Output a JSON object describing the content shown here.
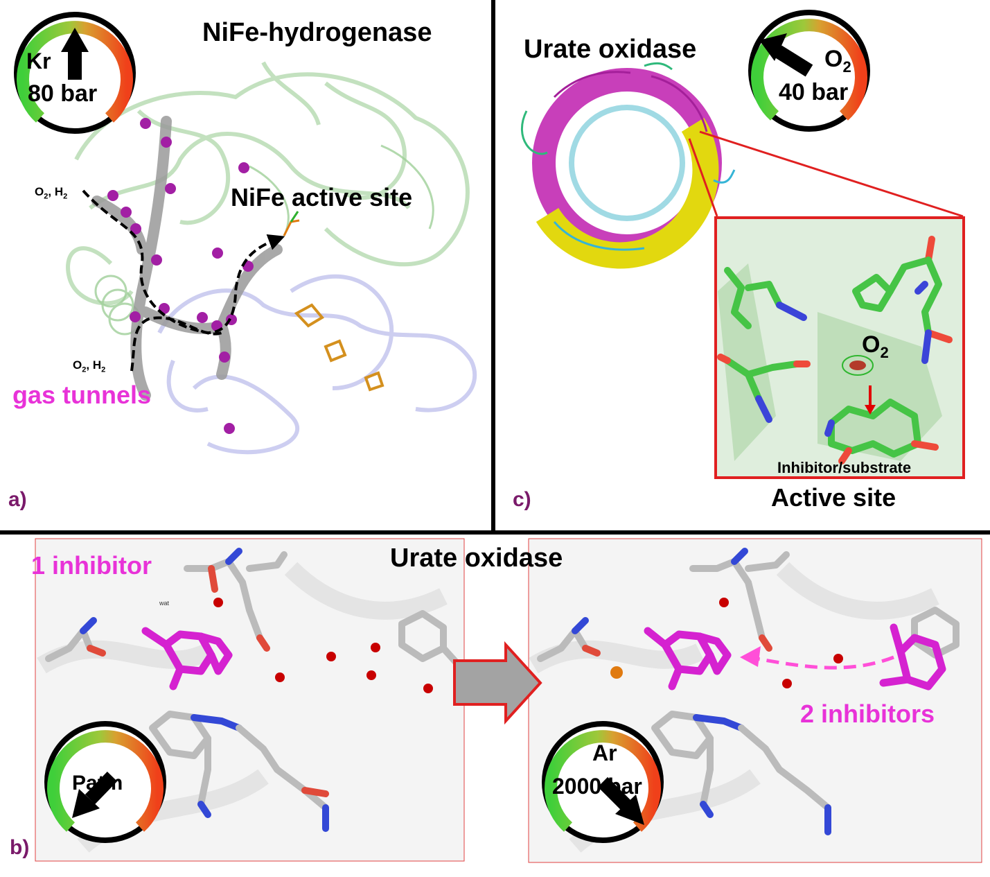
{
  "panel_a": {
    "label": "a)",
    "title": "NiFe-hydrogenase",
    "active_site_label": "NiFe active site",
    "tunnel_label": "gas tunnels",
    "gas_label_top": "O",
    "gas_label_top_rest": ", H",
    "gas_label_bottom": "O",
    "gas_label_bottom_rest": ", H",
    "subscript": "2",
    "gauge": {
      "gas": "Kr",
      "pressure": "80 bar",
      "needle": "up"
    }
  },
  "panel_c": {
    "label": "c)",
    "title": "Urate oxidase",
    "gauge": {
      "gas": "O",
      "gas_sub": "2",
      "pressure": "40 bar",
      "needle": "upper-left"
    },
    "inset_o2": "O",
    "inset_o2_sub": "2",
    "inset_caption": "Inhibitor/substrate",
    "inset_title": "Active site"
  },
  "panel_b": {
    "label": "b)",
    "title": "Urate oxidase",
    "left_label": "1 inhibitor",
    "right_label": "2 inhibitors",
    "wat_label": "wat",
    "gauge_left": {
      "gas": "Patm",
      "needle": "lower-left"
    },
    "gauge_right": {
      "gas": "Ar",
      "pressure": "2000 bar",
      "needle": "lower-right"
    }
  },
  "colors": {
    "magenta": "#e832d8",
    "label_purple": "#7a1a6a",
    "gauge_green": "#3fcf3a",
    "gauge_red": "#f0401a",
    "inset_border": "#e02020",
    "arrow_grey": "#a3a3a3"
  }
}
